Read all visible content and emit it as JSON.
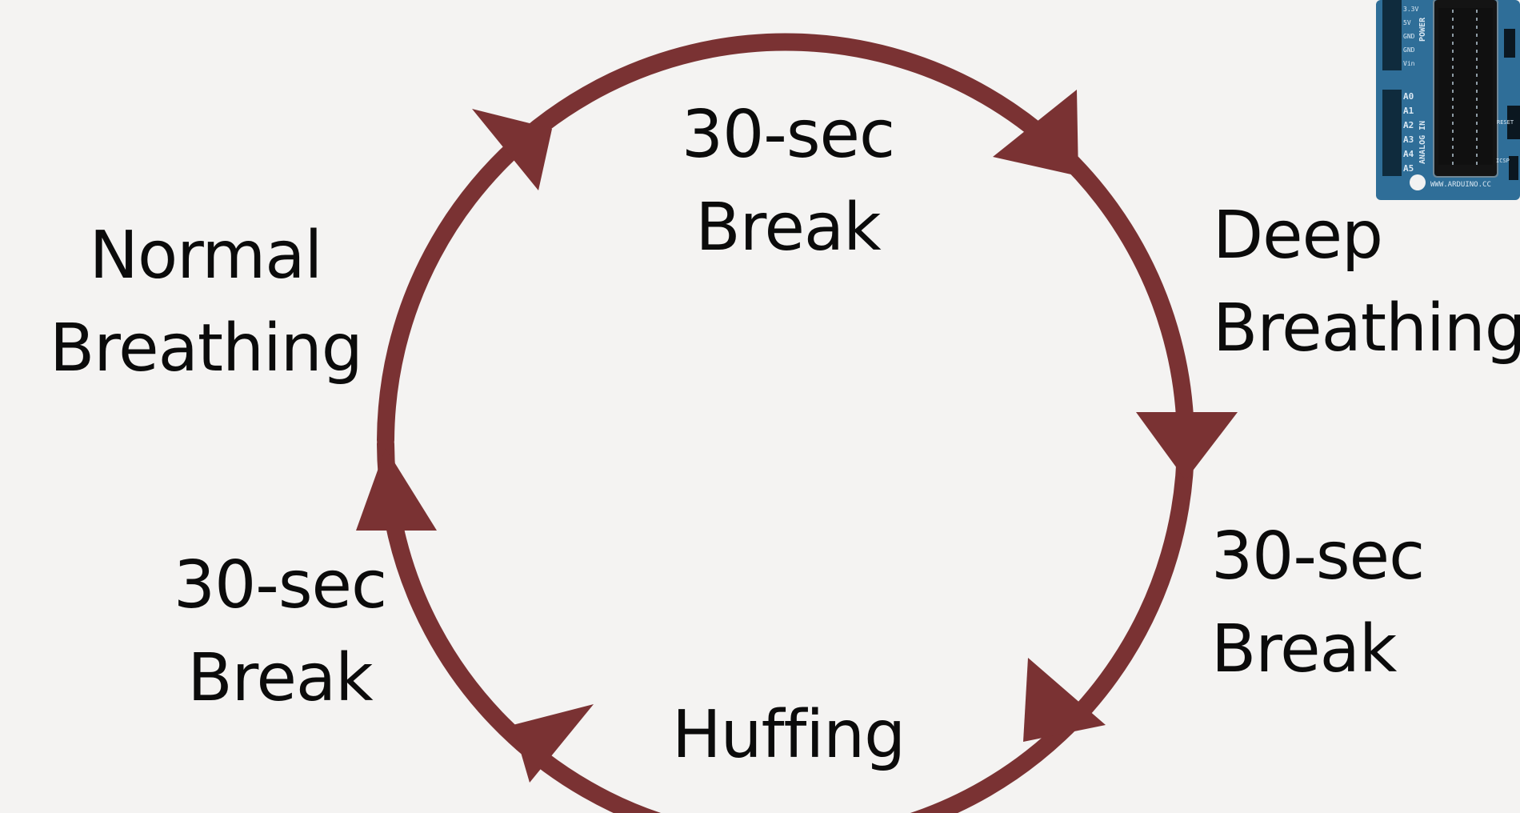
{
  "diagram": {
    "colors": {
      "background": "#f4f3f2",
      "cycle": "#7a3233",
      "text": "#0b0b0b",
      "board": "#2f6e98"
    },
    "labels": {
      "top": {
        "line1": "30-sec",
        "line2": "Break"
      },
      "right_upper": {
        "line1": "Deep",
        "line2": "Breathing"
      },
      "right_lower": {
        "line1": "30-sec",
        "line2": "Break"
      },
      "bottom": {
        "line1": "Huffing"
      },
      "left_lower": {
        "line1": "30-sec",
        "line2": "Break"
      },
      "left_upper": {
        "line1": "Normal",
        "line2": "Breathing"
      }
    }
  },
  "board_image": {
    "name": "arduino-board-image",
    "pins_power": [
      "3.3V",
      "5V",
      "GND",
      "GND",
      "Vin"
    ],
    "power_label": "POWER",
    "pins_analog": [
      "A0",
      "A1",
      "A2",
      "A3",
      "A4",
      "A5"
    ],
    "analog_label": "ANALOG IN",
    "website": "WWW.ARDUINO.CC",
    "reset_label": "RESET",
    "icsp_label": "ICSP"
  }
}
